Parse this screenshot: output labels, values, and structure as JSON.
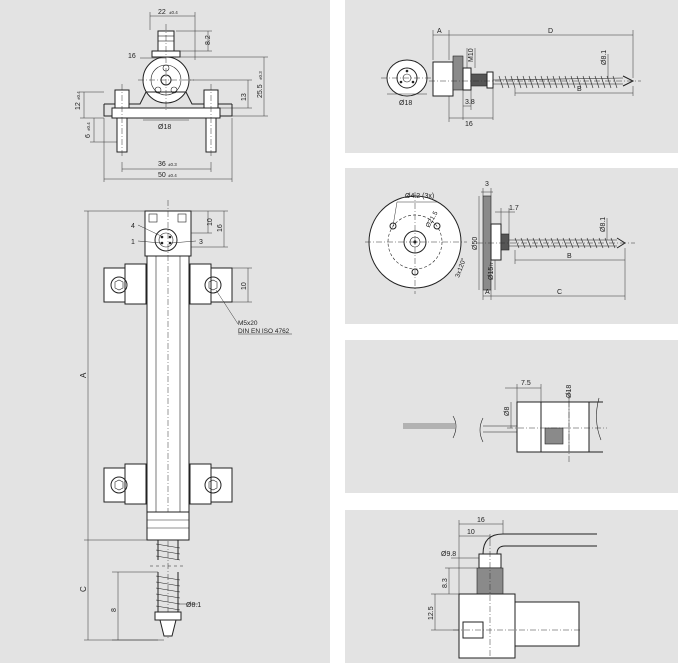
{
  "left_panel": {
    "top_view": {
      "dim_22": "22",
      "dim_22_tol": "±0.4",
      "dim_8_2": "8.2",
      "dim_16": "16",
      "dim_13": "13",
      "dim_25_5": "25.5",
      "dim_25_5_tol": "±0.3",
      "dim_12": "12",
      "dim_12_tol": "±0.4",
      "dim_6": "6",
      "dim_6_tol": "±0.4",
      "dia_18": "Ø18",
      "dim_36": "36",
      "dim_36_tol": "±0.3",
      "dim_50": "50",
      "dim_50_tol": "±0.4"
    },
    "front_view": {
      "pin_4": "4",
      "pin_1": "1",
      "pin_3": "3",
      "dim_10_top": "10",
      "dim_16": "16",
      "dim_10_mid": "10",
      "screw_label_1": "M5x20",
      "screw_label_2": "DIN EN ISO 4762",
      "dim_A": "A",
      "dim_C": "C",
      "dim_8": "8",
      "dia_8_1": "Ø8.1"
    }
  },
  "panel_1": {
    "dim_A": "A",
    "dim_D": "D",
    "thread_M10": "M10",
    "dia_8_1": "Ø8.1",
    "dia_18": "Ø18",
    "dim_3_8": "3.8",
    "dim_16": "16",
    "dim_B": "B"
  },
  "panel_2": {
    "holes": "Ø4.2 (3x)",
    "dim_3": "3",
    "pcd": "Ø21.5",
    "dim_1_7": "1.7",
    "dia_8_1": "Ø8.1",
    "dia_50": "Ø50",
    "angle": "3x120°",
    "dia_15": "Ø15",
    "dia_15_tol": "f7",
    "dim_B": "B",
    "dim_A": "A",
    "dim_C": "C"
  },
  "panel_3": {
    "dim_7_5": "7.5",
    "dia_18": "Ø18",
    "dia_8": "Ø8"
  },
  "panel_4": {
    "dim_16": "16",
    "dim_10": "10",
    "dia_9_8": "Ø9.8",
    "dim_8_3": "8.3",
    "dim_12_5": "12.5"
  }
}
